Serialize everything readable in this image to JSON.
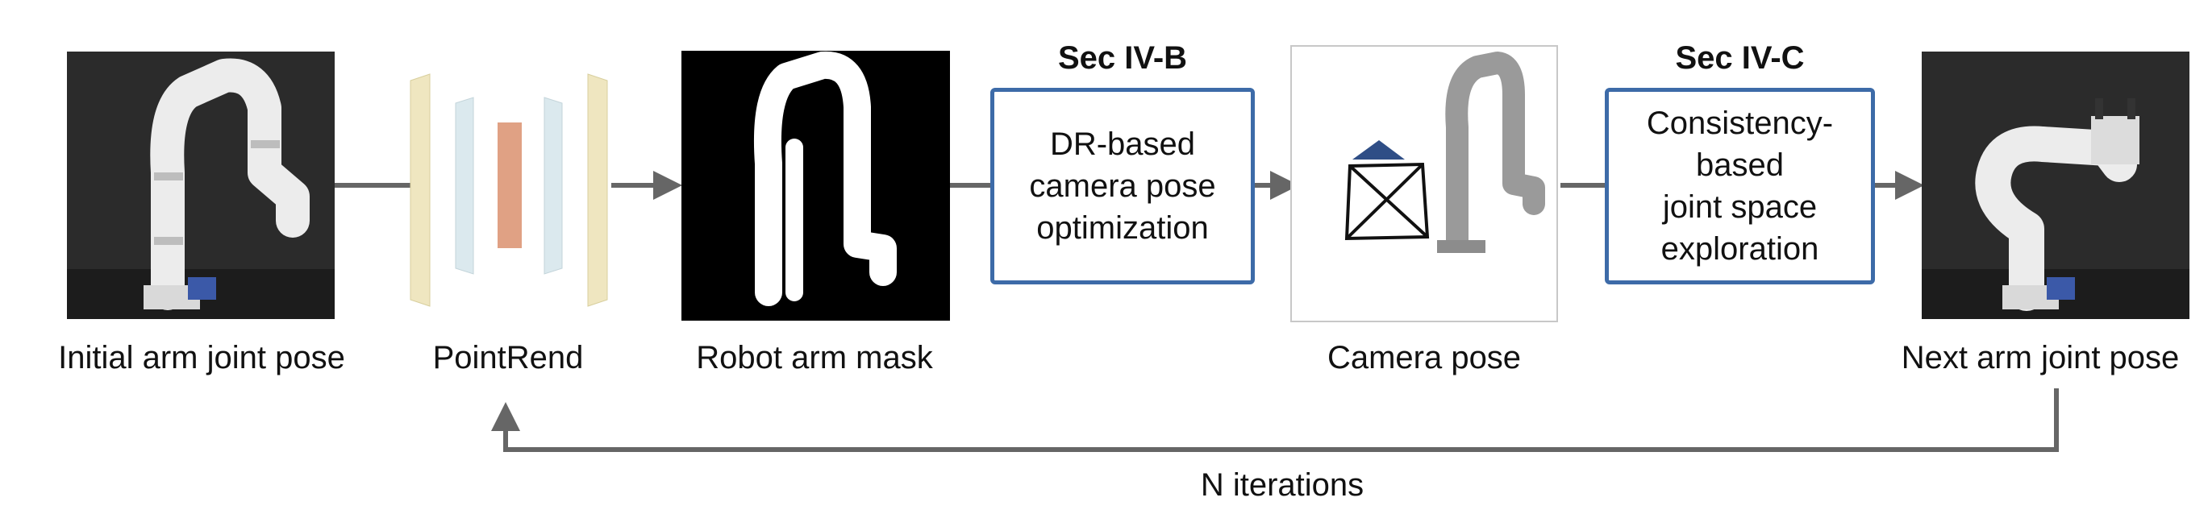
{
  "stages": {
    "initial": "Initial arm joint pose",
    "pointrend": "PointRend",
    "mask": "Robot arm mask",
    "camera": "Camera pose",
    "next": "Next arm joint pose"
  },
  "boxes": {
    "dr_lines": [
      "DR-based",
      "camera pose",
      "optimization"
    ],
    "consistency_lines": [
      "Consistency-",
      "based",
      "joint space",
      "exploration"
    ]
  },
  "sections": {
    "b": "Sec IV-B",
    "c": "Sec IV-C"
  },
  "loop": "N iterations",
  "colors": {
    "arrow": "#666666",
    "box_border": "#3d6ba8",
    "layer_yellow": "#efe6c0",
    "layer_blue": "#dbe9ee",
    "layer_orange": "#e0a184"
  }
}
